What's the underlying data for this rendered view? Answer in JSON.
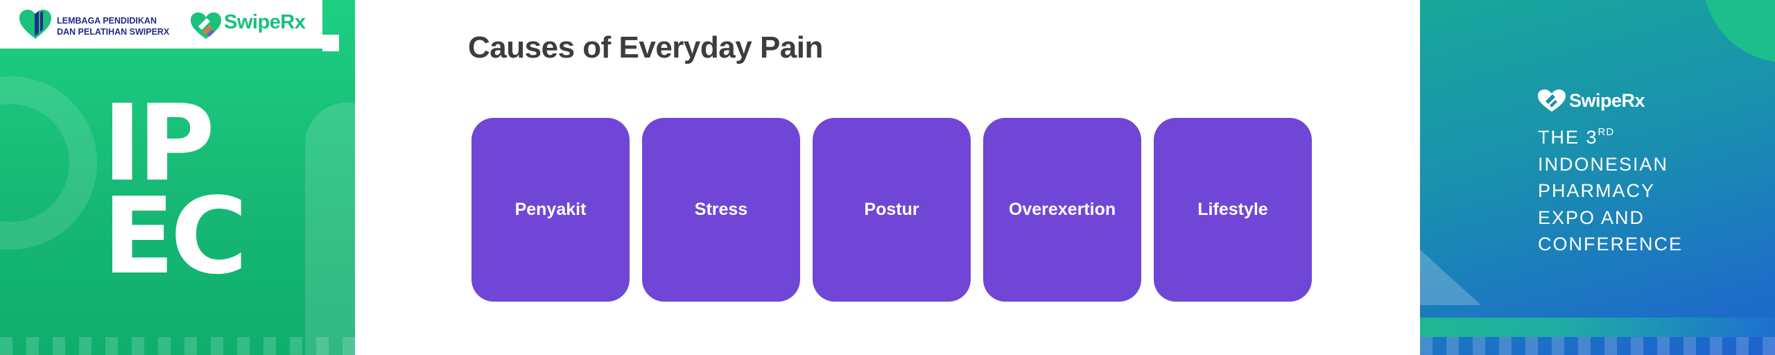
{
  "left_panel": {
    "org_line1": "LEMBAGA PENDIDIKAN",
    "org_line2": "DAN PELATIHAN SWIPERX",
    "brand": "SwipeRx",
    "ipec_line1": "IP",
    "ipec_line2": "EC",
    "colors": {
      "green": "#18c07a",
      "navy": "#1f2d8a"
    },
    "icons": [
      "lp-heart-logo-icon",
      "swiperx-heart-logo-icon"
    ]
  },
  "main": {
    "title": "Causes of Everyday Pain",
    "card_color": "#7046d6",
    "cards": [
      {
        "label": "Penyakit"
      },
      {
        "label": "Stress"
      },
      {
        "label": "Postur"
      },
      {
        "label": "Overexertion"
      },
      {
        "label": "Lifestyle"
      }
    ]
  },
  "right_panel": {
    "brand": "SwipeRx",
    "line1": "THE 3",
    "line1_sup": "RD",
    "line2": "INDONESIAN",
    "line3": "PHARMACY",
    "line4": "EXPO AND",
    "line5": "CONFERENCE",
    "colors": {
      "teal": "#17a89a",
      "blue": "#1d62cf"
    },
    "icons": [
      "swiperx-heart-logo-icon"
    ]
  }
}
